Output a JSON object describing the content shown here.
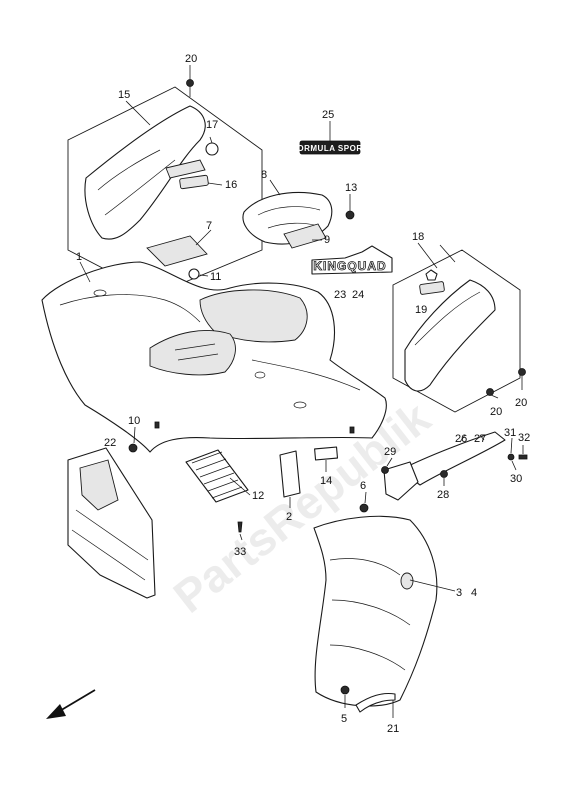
{
  "diagram": {
    "watermark": "PartsRepublik",
    "emblem_text": "FORMULA SPORT",
    "logo_text": "KINGQUAD",
    "callouts": {
      "c1": "1",
      "c2": "2",
      "c3": "3",
      "c4": "4",
      "c5": "5",
      "c6": "6",
      "c7": "7",
      "c8": "8",
      "c9": "9",
      "c10": "10",
      "c11": "11",
      "c12": "12",
      "c13": "13",
      "c14": "14",
      "c15": "15",
      "c16": "16",
      "c17": "17",
      "c18": "18",
      "c19": "19",
      "c20a": "20",
      "c20b": "20",
      "c20c": "20",
      "c21": "21",
      "c22": "22",
      "c23": "23",
      "c24": "24",
      "c25": "25",
      "c26": "26",
      "c27": "27",
      "c28": "28",
      "c29": "29",
      "c30": "30",
      "c31": "31",
      "c32": "32",
      "c33": "33"
    }
  }
}
